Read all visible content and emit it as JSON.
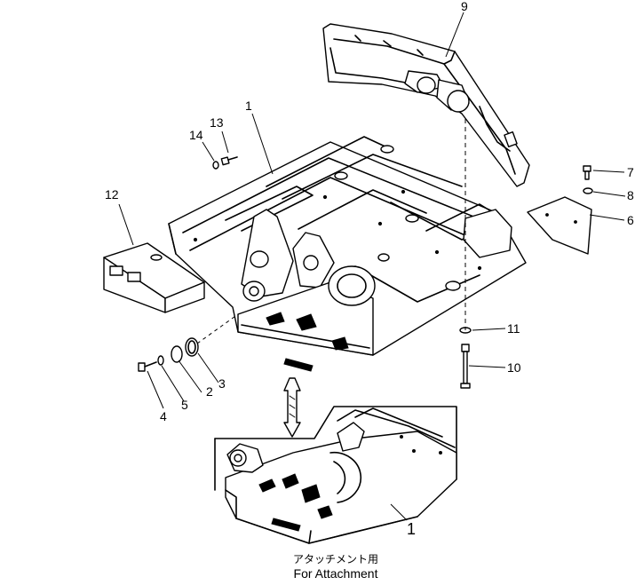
{
  "diagram": {
    "callouts": [
      "1",
      "2",
      "3",
      "4",
      "5",
      "6",
      "7",
      "8",
      "9",
      "10",
      "11",
      "12",
      "13",
      "14"
    ],
    "inset_callout": "1",
    "caption_jp": "アタッチメント用",
    "caption_en": "For Attachment"
  }
}
